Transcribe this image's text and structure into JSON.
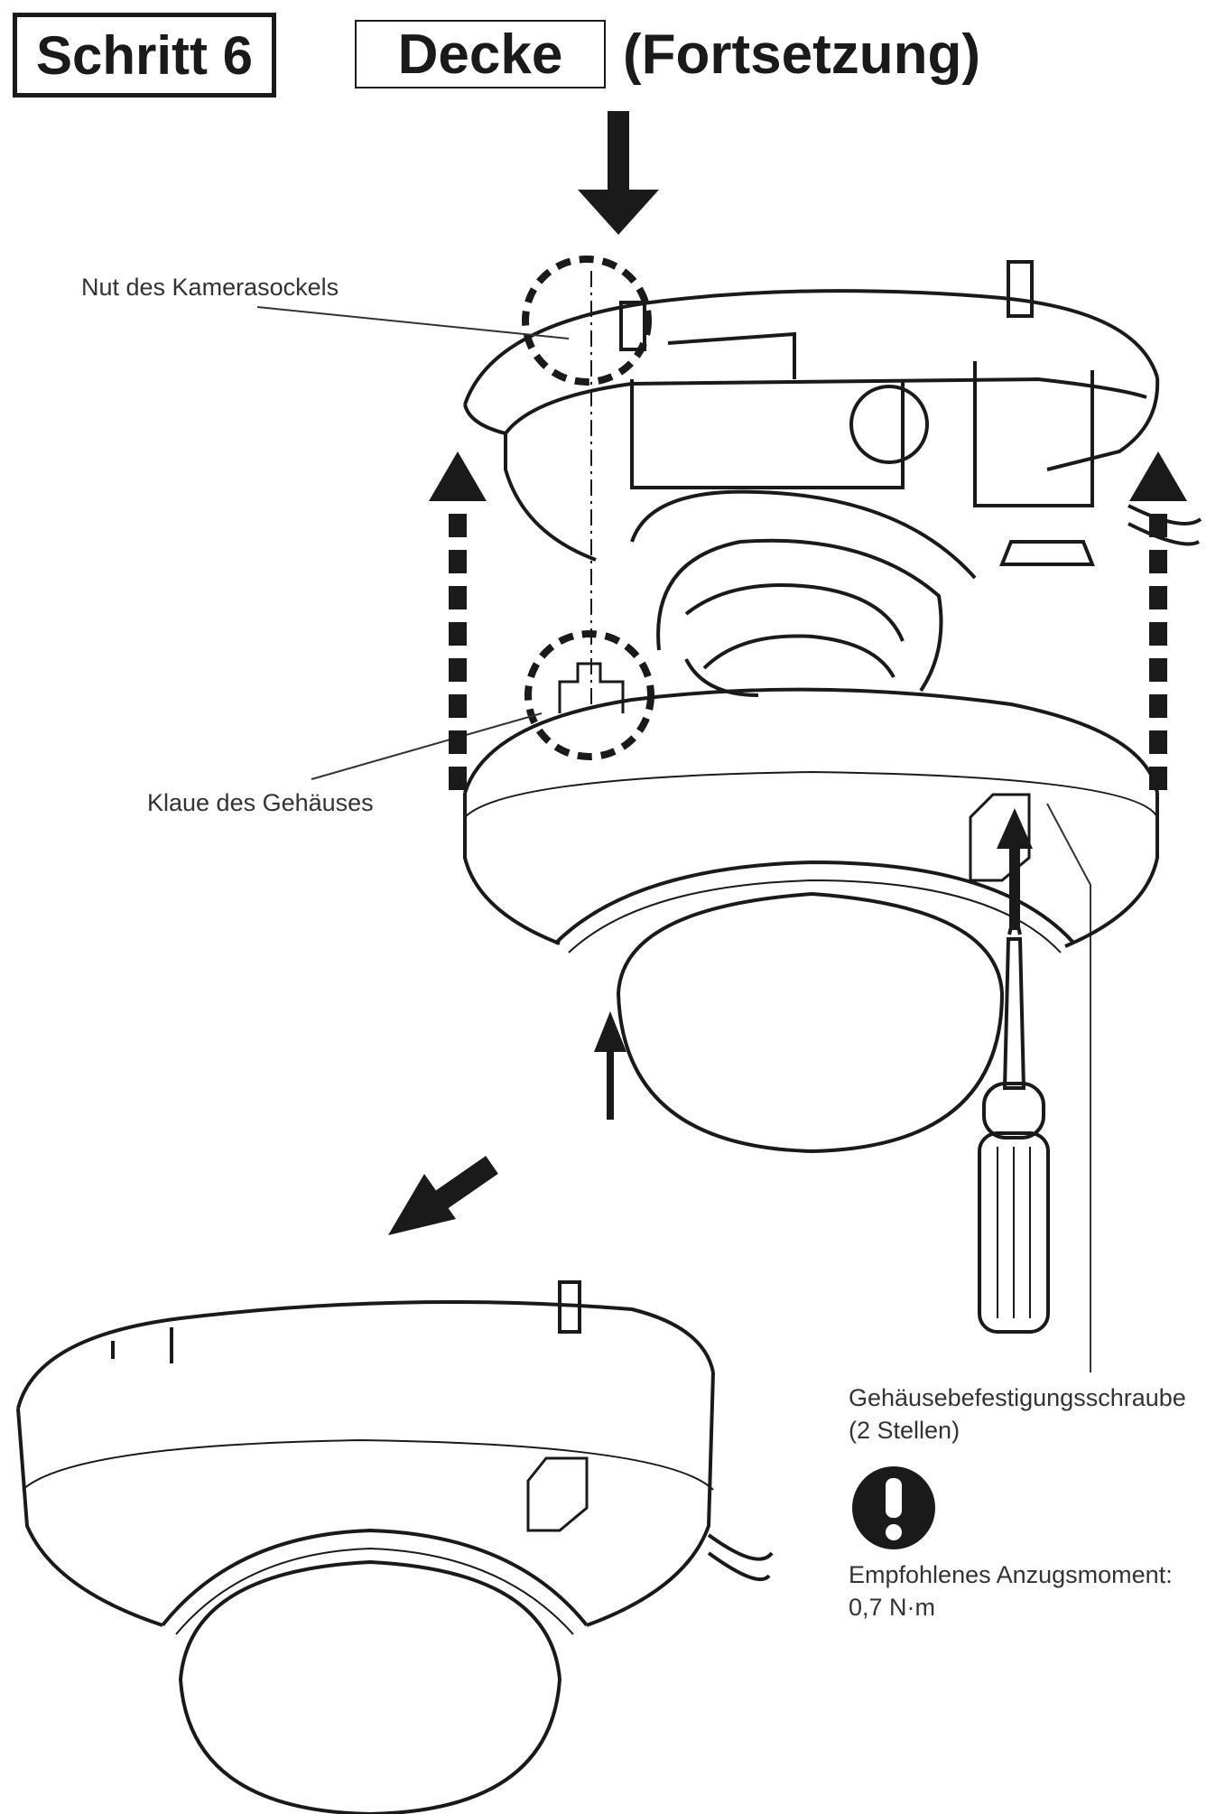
{
  "header": {
    "step_label": "Schritt 6",
    "mount_label": "Decke",
    "continuation_label": "(Fortsetzung)"
  },
  "callouts": {
    "groove": "Nut des Kamerasockels",
    "claw": "Klaue des Gehäuses",
    "screw": "Gehäusebefestigungsschraube",
    "screw_count": "(2 Stellen)",
    "torque": "Empfohlenes Anzugsmoment:",
    "torque_value": "0,7 N·m"
  },
  "icons": {
    "warning": "exclamation-circle-icon",
    "arrow": "arrow-icon",
    "screwdriver": "screwdriver-icon"
  },
  "colors": {
    "ink": "#1a1a1a",
    "label": "#333333"
  }
}
